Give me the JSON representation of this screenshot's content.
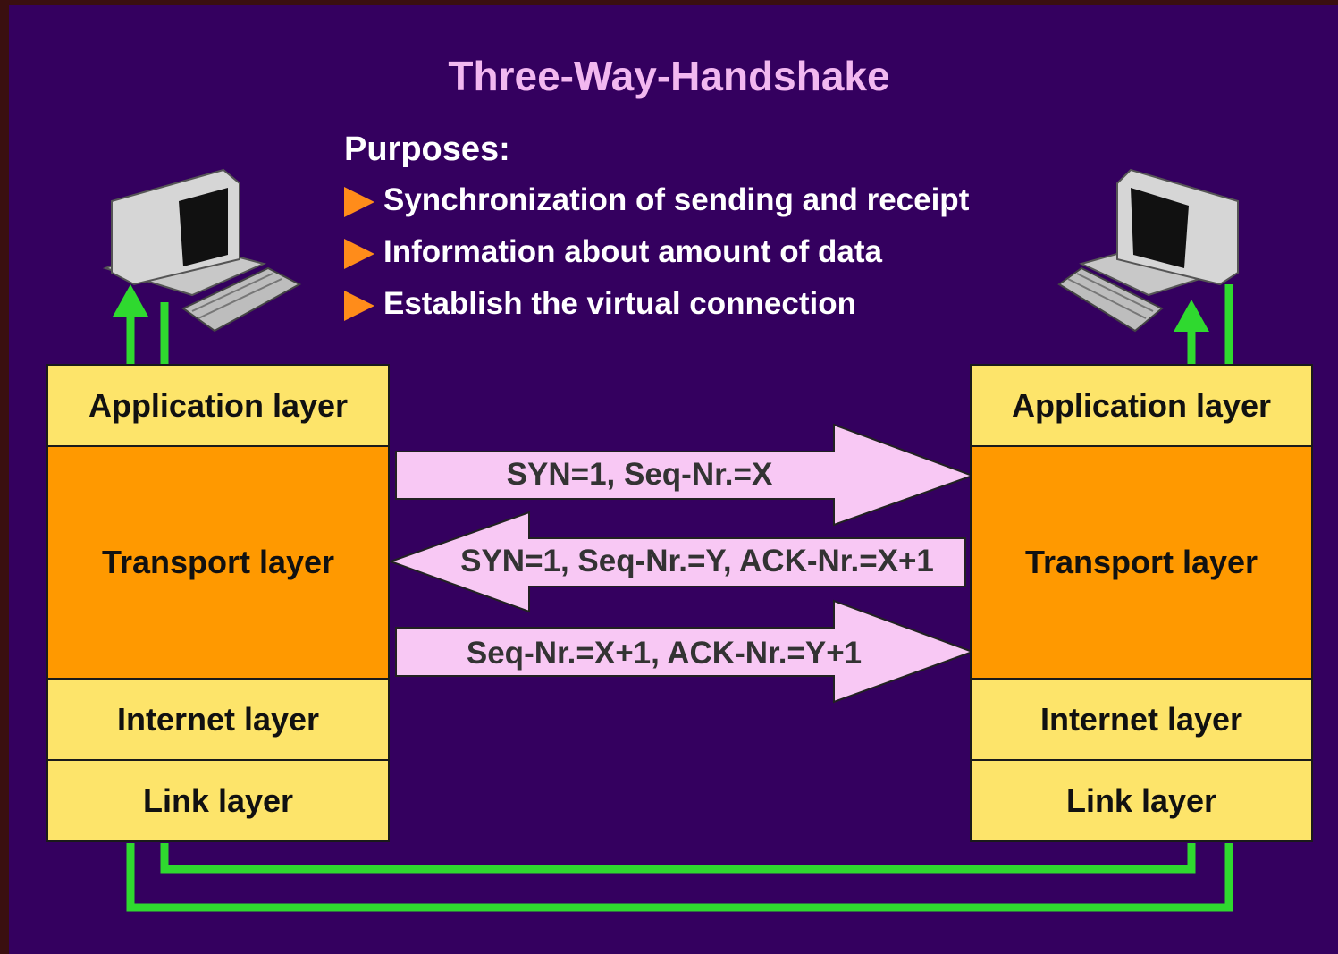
{
  "title": "Three-Way-Handshake",
  "purposes": {
    "heading": "Purposes:",
    "items": [
      "Synchronization of sending and receipt",
      "Information about amount of data",
      "Establish the virtual connection"
    ]
  },
  "left_stack": {
    "application": "Application layer",
    "transport": "Transport layer",
    "internet": "Internet layer",
    "link": "Link layer"
  },
  "right_stack": {
    "application": "Application layer",
    "transport": "Transport layer",
    "internet": "Internet layer",
    "link": "Link layer"
  },
  "messages": [
    {
      "label": "SYN=1, Seq-Nr.=X",
      "direction": "right"
    },
    {
      "label": "SYN=1, Seq-Nr.=Y, ACK-Nr.=X+1",
      "direction": "left"
    },
    {
      "label": "Seq-Nr.=X+1, ACK-Nr.=Y+1",
      "direction": "right"
    }
  ],
  "colors": {
    "background": "#34005f",
    "title": "#f2b8f0",
    "layer_yellow": "#fde46a",
    "layer_orange": "#ff9900",
    "arrow_fill": "#f8c8f4",
    "wire": "#2fd92f",
    "bullet": "#ff8c1a"
  },
  "icons": [
    "computer-left-icon",
    "computer-right-icon",
    "bullet-triangle-icon",
    "green-arrow-up-icon"
  ]
}
